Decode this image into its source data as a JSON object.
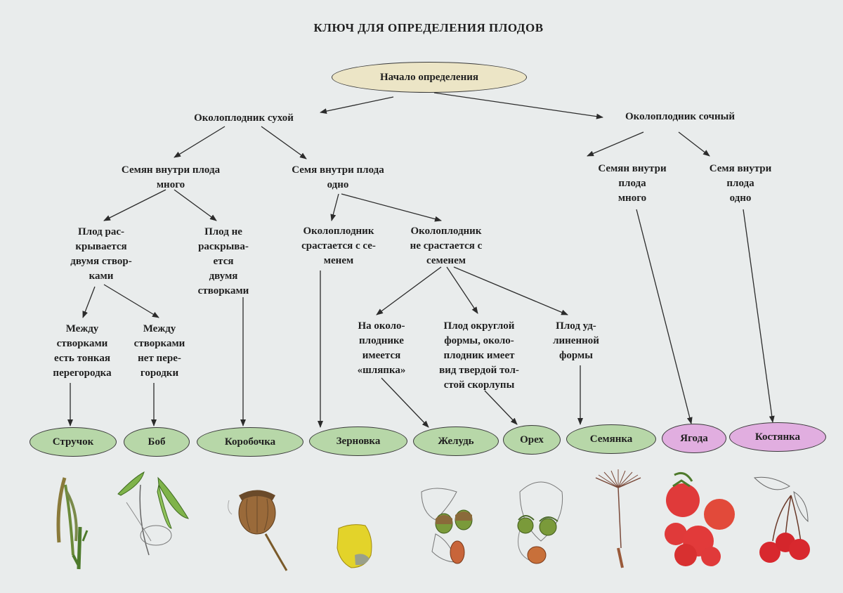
{
  "title": "КЛЮЧ ДЛЯ ОПРЕДЕЛЕНИЯ ПЛОДОВ",
  "start": "Начало определения",
  "level1": {
    "dry": "Околоплодник сухой",
    "juicy": "Околоплодник сочный"
  },
  "dry_branch": {
    "many_seeds": "Семян внутри плода\nмного",
    "one_seed": "Семя внутри плода\nодно",
    "opens": "Плод рас-\nкрывается\nдвумя створ-\nками",
    "not_opens": "Плод не\nраскрыва-\nется\nдвумя\nстворками",
    "fused": "Околоплодник\nсрастается с се-\nменем",
    "not_fused": "Околоплодник\nне срастается с\nсеменем",
    "septum": "Между\nстворками\nесть тонкая\nперегородка",
    "no_septum": "Между\nстворками\nнет пере-\nгородки",
    "cap": "На около-\nплоднике\nимеется\n«шляпка»",
    "round": "Плод округлой\nформы, около-\nплодник имеет\nвид твердой тол-\nстой скорлупы",
    "elongated": "Плод уд-\nлиненной\nформы"
  },
  "juicy_branch": {
    "many_seeds": "Семян внутри\nплода\nмного",
    "one_seed": "Семя внутри\nплода\nодно"
  },
  "fruits": {
    "pod": "Стручок",
    "legume": "Боб",
    "capsule": "Коробочка",
    "caryopsis": "Зерновка",
    "acorn": "Желудь",
    "nut": "Орех",
    "achene": "Семянка",
    "berry": "Ягода",
    "drupe": "Костянка"
  },
  "colors": {
    "start_fill": "#ece5c6",
    "dry_fill": "#b7d7a8",
    "juicy_fill": "#e1aee0",
    "arrow": "#2b2b2b"
  }
}
